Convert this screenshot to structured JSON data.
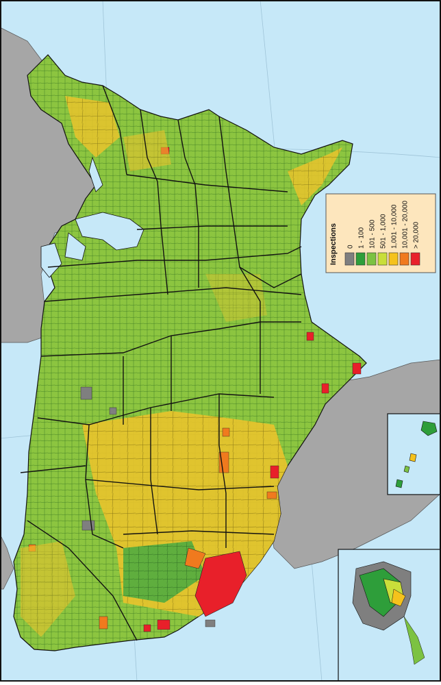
{
  "legend": {
    "title": "Inspections",
    "items": [
      {
        "label": "0",
        "color": "#7f7f7f"
      },
      {
        "label": "1 - 100",
        "color": "#2e9e3a"
      },
      {
        "label": "101 - 500",
        "color": "#7cc242"
      },
      {
        "label": "501 - 1,000",
        "color": "#c9de3a"
      },
      {
        "label": "1,001 - 10,000",
        "color": "#f5c21c"
      },
      {
        "label": "10,001 - 20,000",
        "color": "#f07a1e"
      },
      {
        "label": "> 20,000",
        "color": "#e8202a"
      }
    ]
  },
  "colors": {
    "water": "#c6e8f8",
    "land_outside": "#a6a6a6",
    "border": "#111111"
  },
  "insets": [
    "hawaii-inset",
    "alaska-inset"
  ]
}
